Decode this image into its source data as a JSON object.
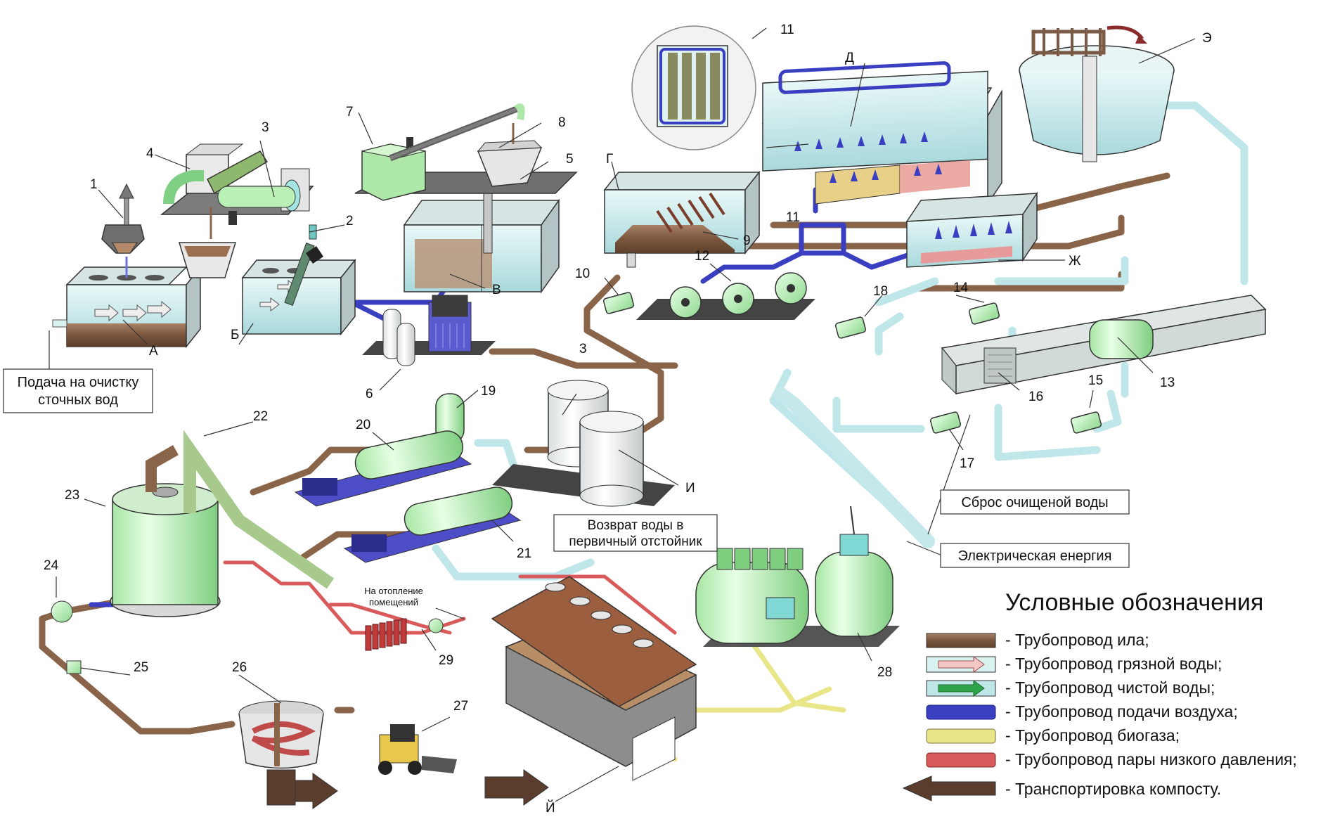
{
  "colors": {
    "sludge": "#8a6448",
    "dirty_water": "#d8f2f0",
    "clean_water": "#bfe7ea",
    "air": "#3a3fc2",
    "biogas": "#e9e68a",
    "steam": "#d85a5a",
    "compost": "#5a3d2c",
    "equipment": "#bff0c0",
    "tank": "#eef3f3"
  },
  "callouts": {
    "input": [
      "Подача на очистку",
      "сточных вод"
    ],
    "discharge": "Сброс очищеной воды",
    "energy": "Электрическая енергия",
    "return_water": [
      "Возврат воды в",
      "первичный отстойник"
    ],
    "heating": [
      "На отопление",
      "помещений"
    ]
  },
  "labels": [
    {
      "id": "1",
      "text": "1"
    },
    {
      "id": "2",
      "text": "2"
    },
    {
      "id": "3a",
      "text": "3"
    },
    {
      "id": "3b",
      "text": "3"
    },
    {
      "id": "4",
      "text": "4"
    },
    {
      "id": "5",
      "text": "5"
    },
    {
      "id": "6",
      "text": "6"
    },
    {
      "id": "7",
      "text": "7"
    },
    {
      "id": "8",
      "text": "8"
    },
    {
      "id": "9",
      "text": "9"
    },
    {
      "id": "10",
      "text": "10"
    },
    {
      "id": "11a",
      "text": "11"
    },
    {
      "id": "11b",
      "text": "11"
    },
    {
      "id": "12",
      "text": "12"
    },
    {
      "id": "13",
      "text": "13"
    },
    {
      "id": "14",
      "text": "14"
    },
    {
      "id": "15",
      "text": "15"
    },
    {
      "id": "16",
      "text": "16"
    },
    {
      "id": "17",
      "text": "17"
    },
    {
      "id": "18",
      "text": "18"
    },
    {
      "id": "19",
      "text": "19"
    },
    {
      "id": "20",
      "text": "20"
    },
    {
      "id": "21",
      "text": "21"
    },
    {
      "id": "22",
      "text": "22"
    },
    {
      "id": "23",
      "text": "23"
    },
    {
      "id": "24",
      "text": "24"
    },
    {
      "id": "25",
      "text": "25"
    },
    {
      "id": "26",
      "text": "26"
    },
    {
      "id": "27",
      "text": "27"
    },
    {
      "id": "28",
      "text": "28"
    },
    {
      "id": "29",
      "text": "29"
    },
    {
      "id": "A",
      "text": "А"
    },
    {
      "id": "B",
      "text": "Б"
    },
    {
      "id": "V",
      "text": "В"
    },
    {
      "id": "G",
      "text": "Г"
    },
    {
      "id": "D",
      "text": "Д"
    },
    {
      "id": "E",
      "text": "Э"
    },
    {
      "id": "Zh",
      "text": "Ж"
    },
    {
      "id": "I",
      "text": "И"
    },
    {
      "id": "Y",
      "text": "Й"
    }
  ],
  "legend": {
    "title": "Условные обозначения",
    "items": [
      {
        "label": "- Трубопровод ила;",
        "color": "#8a6448",
        "type": "pipe"
      },
      {
        "label": "- Трубопровод грязной воды;",
        "color": "#d8f2f0",
        "type": "arrow",
        "arrow_color": "#f4c6c6"
      },
      {
        "label": "- Трубопровод чистой воды;",
        "color": "#bfe7ea",
        "type": "arrow",
        "arrow_color": "#2fa44a"
      },
      {
        "label": "- Трубопровод подачи воздуха;",
        "color": "#3a3fc2",
        "type": "pipe"
      },
      {
        "label": "- Трубопровод биогаза;",
        "color": "#e9e68a",
        "type": "pipe"
      },
      {
        "label": "- Трубопровод пары низкого давления;",
        "color": "#d85a5a",
        "type": "pipe"
      },
      {
        "label": "- Транспортировка компосту.",
        "color": "#5a3d2c",
        "type": "big-arrow"
      }
    ]
  }
}
